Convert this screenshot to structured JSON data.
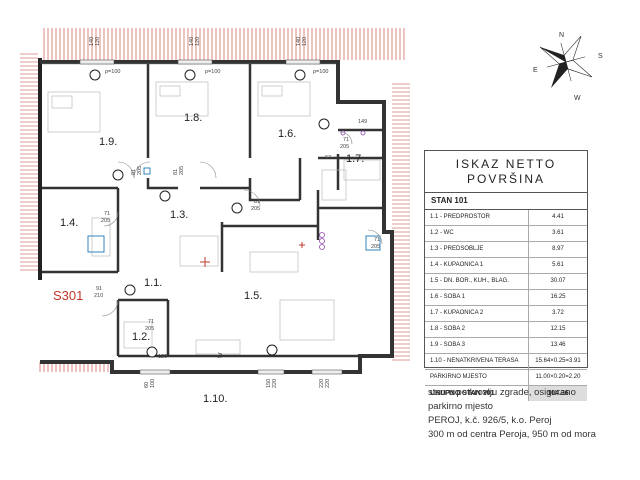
{
  "rooms": {
    "r1_9": "1.9.",
    "r1_8": "1.8.",
    "r1_6": "1.6.",
    "r1_7": "1.7.",
    "r1_4": "1.4.",
    "r1_3": "1.3.",
    "r1_1": "1.1.",
    "r1_5": "1.5.",
    "r1_2": "1.2.",
    "r1_10": "1.10."
  },
  "marker": {
    "stair": "S301",
    "tv": "tv"
  },
  "dims": {
    "w1_top": "140",
    "w1_bot": "120",
    "w2_top": "140",
    "w2_bot": "120",
    "p100": "p=100",
    "d149": "149",
    "d71_205": [
      "71",
      "205"
    ],
    "d67": "67",
    "d81_205": [
      "81",
      "205"
    ],
    "d91_210": [
      "91",
      "210"
    ],
    "d129": "129",
    "d60_100": [
      "60",
      "100"
    ],
    "d150_220": [
      "150",
      "220"
    ],
    "d220_220": [
      "220",
      "220"
    ]
  },
  "compass": {
    "n": "N",
    "s": "S",
    "e": "E",
    "w": "W"
  },
  "area_table": {
    "title_line1": "ISKAZ NETTO",
    "title_line2": "POVRŠINA",
    "stan": "STAN 101",
    "rows": [
      {
        "name": "1.1 - PREDPROSTOR",
        "value": "4.41"
      },
      {
        "name": "1.2 - WC",
        "value": "3.61"
      },
      {
        "name": "1.3 - PREDSOBLJE",
        "value": "8.97"
      },
      {
        "name": "1.4 - KUPAONICA 1",
        "value": "5.61"
      },
      {
        "name": "1.5 - DN. BOR., KUH., BLAG.",
        "value": "30.07"
      },
      {
        "name": "1.6 - SOBA 1",
        "value": "16.25"
      },
      {
        "name": "1.7 - KUPAONICA 2",
        "value": "3.72"
      },
      {
        "name": "1.8 - SOBA 2",
        "value": "12.15"
      },
      {
        "name": "1.9 - SOBA 3",
        "value": "13.46"
      },
      {
        "name": "1.10 - NENATKRIVENA TERASA",
        "value": "15.64×0.25=3.91"
      },
      {
        "name": "PARKIRNO MJESTO",
        "value": "11.00×0.20=2.20"
      }
    ],
    "total_name": "UKUPNO STAN 301",
    "total_value": "104.36"
  },
  "description": [
    "stan u potkrovlju zgrade, osigurano",
    "parkirno mjesto",
    "PEROJ, k.č. 926/5,   k.o. Peroj",
    "300 m od centra Peroja, 950 m od mora"
  ],
  "colors": {
    "hatch": "#c0392b",
    "marker": "#c0392b",
    "door_accent": "#8e44ad"
  }
}
